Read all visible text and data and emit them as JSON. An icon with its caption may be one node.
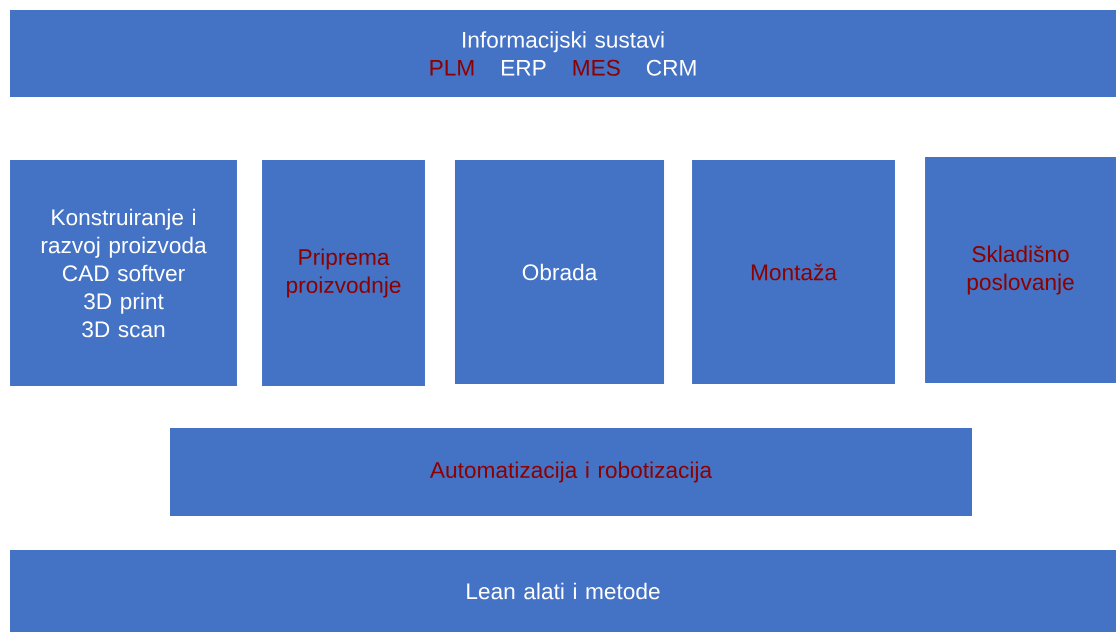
{
  "diagram": {
    "nodes": [
      {
        "text": [
          "Informacijski sustavi",
          "PLM",
          "ERP",
          "MES",
          "CRM"
        ]
      },
      {
        "text": [
          "Konstruiranje i razvoj proizvoda",
          "CAD softver",
          "3D print",
          "3D scan"
        ]
      },
      {
        "text": [
          "Priprema proizvodnje"
        ]
      },
      {
        "text": [
          "Obrada"
        ]
      },
      {
        "text": [
          "Montaža"
        ]
      },
      {
        "text": [
          "Skladišno poslovanje"
        ]
      },
      {
        "text": [
          "Automatizacija i robotizacija"
        ]
      },
      {
        "text": [
          "Lean alati i metode"
        ]
      }
    ]
  }
}
